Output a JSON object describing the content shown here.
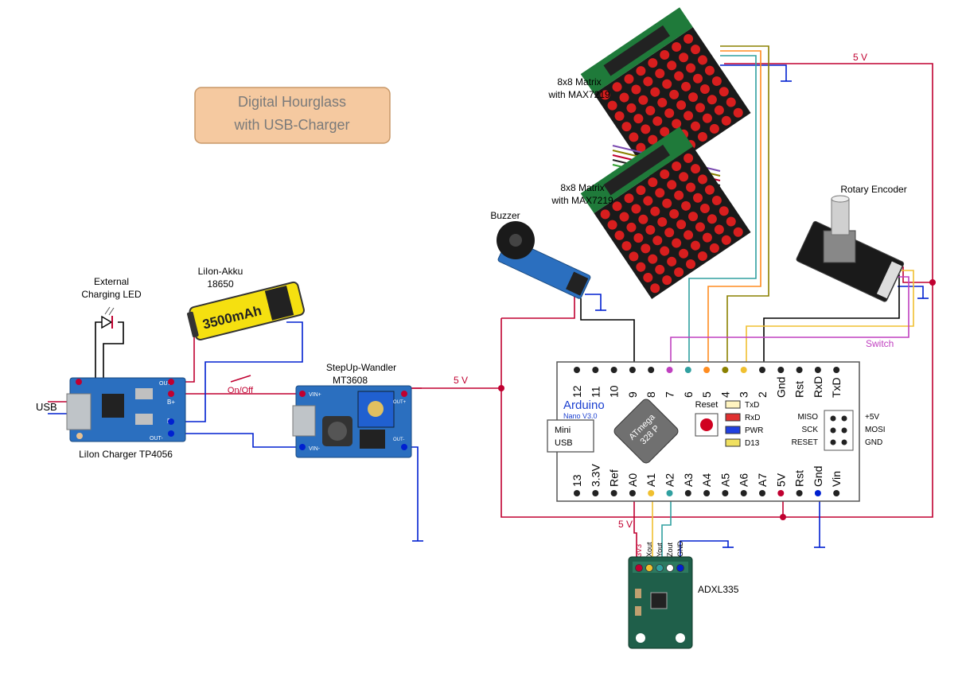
{
  "title": {
    "line1": "Digital Hourglass",
    "line2": "with USB-Charger"
  },
  "matrix_top": {
    "line1": "8x8 Matrix",
    "line2": "with MAX7219"
  },
  "matrix_bottom": {
    "line1": "8x8 Matrix",
    "line2": "with MAX7219"
  },
  "buzzer": {
    "label": "Buzzer"
  },
  "rotary": {
    "label": "Rotary Encoder"
  },
  "battery": {
    "line1": "LiIon-Akku",
    "line2": "18650",
    "capacity": "3500mAh"
  },
  "led": {
    "line1": "External",
    "line2": "Charging LED"
  },
  "charger": {
    "label": "LiIon Charger TP4056",
    "usb": "USB",
    "out_plus": "OUT+",
    "b_plus": "B+",
    "b_minus": "B-",
    "out_minus": "OUT-"
  },
  "stepup": {
    "line1": "StepUp-Wandler",
    "line2": "MT3608",
    "vin_plus": "VIN+",
    "vin_minus": "VIN-",
    "out_plus": "OUT+",
    "out_minus": "OUT-"
  },
  "switch": {
    "label": "On/Off"
  },
  "wire_labels": {
    "v5_top": "5 V",
    "v5_left": "5 V",
    "v5_bottom": "5 V",
    "switch": "Switch"
  },
  "arduino": {
    "name": "Arduino",
    "version": "Nano V3.0",
    "mini_usb_1": "Mini",
    "mini_usb_2": "USB",
    "chip_1": "ATmega",
    "chip_2": "328 P",
    "reset": "Reset",
    "leds": [
      "TxD",
      "RxD",
      "PWR",
      "D13"
    ],
    "icsp_left": [
      "MISO",
      "SCK",
      "RESET"
    ],
    "icsp_right": [
      "+5V",
      "MOSI",
      "GND"
    ],
    "top_pins": [
      "12",
      "11",
      "10",
      "9",
      "8",
      "7",
      "6",
      "5",
      "4",
      "3",
      "2",
      "Gnd",
      "Rst",
      "RxD",
      "TxD"
    ],
    "bottom_pins": [
      "13",
      "3.3V",
      "Ref",
      "A0",
      "A1",
      "A2",
      "A3",
      "A4",
      "A5",
      "A6",
      "A7",
      "5V",
      "Rst",
      "Gnd",
      "Vin"
    ]
  },
  "adxl": {
    "label": "ADXL335",
    "pins": [
      "3V3",
      "Xout",
      "Yout",
      "Zout",
      "GND"
    ]
  },
  "colors": {
    "red": "#c00030",
    "blue": "#0020d0",
    "black": "#000000",
    "cyan": "#30a0a0",
    "orange": "#ff8c20",
    "olive": "#8a8000",
    "yellow": "#f0c030",
    "magenta": "#c040c0",
    "title_bg": "#f5c9a0",
    "title_text": "#7a7a7a",
    "board_green": "#1f5f4a",
    "arduino_blue": "#1a3fd0"
  }
}
